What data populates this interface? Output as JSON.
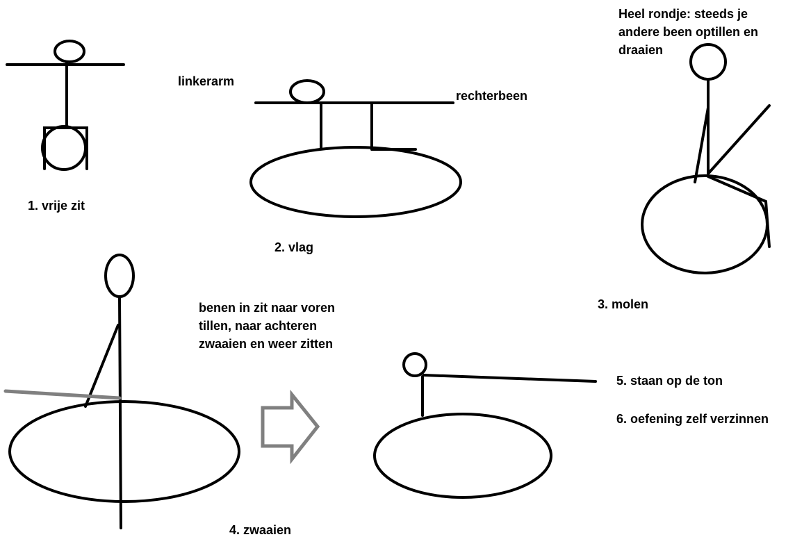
{
  "labels": {
    "vrije_zit": "1. vrije zit",
    "vlag": "2. vlag",
    "linkerarm": "linkerarm",
    "rechterbeen": "rechterbeen",
    "molen": "3. molen",
    "molen_note": [
      "Heel rondje: steeds je",
      "andere been optillen en",
      "draaien"
    ],
    "zwaaien": "4. zwaaien",
    "zwaaien_note": [
      "benen in zit naar voren",
      "tillen, naar achteren",
      "zwaaien en weer zitten"
    ],
    "staan": "5. staan op de ton",
    "zelf": "6. oefening zelf verzinnen"
  },
  "colors": {
    "ink": "#000000",
    "arrow": "#808080"
  }
}
